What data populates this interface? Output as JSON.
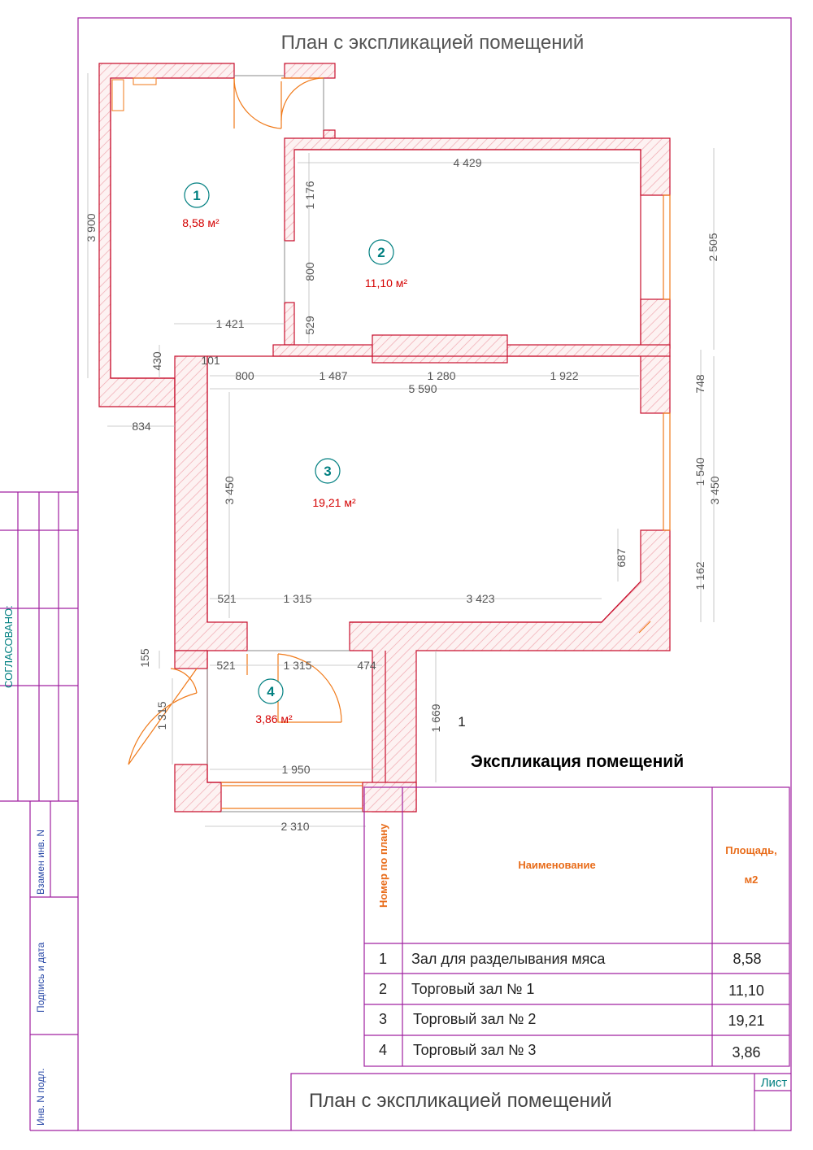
{
  "sheet": {
    "title": "План с экспликацией помещений",
    "stamp_title": "План с экспликацией помещений",
    "sheet_label": "Лист",
    "agreed_label": "СОГЛАСОВАНО:",
    "side_labels": [
      "Взамен инв. N",
      "Подпись и дата",
      "Инв. N подл."
    ],
    "stray_label": "1"
  },
  "rooms": [
    {
      "number": "1",
      "area": "8,58 м²"
    },
    {
      "number": "2",
      "area": "11,10 м²"
    },
    {
      "number": "3",
      "area": "19,21 м²"
    },
    {
      "number": "4",
      "area": "3,86 м²"
    }
  ],
  "dimensions": {
    "d3900": "3 900",
    "d1176": "1 176",
    "d4429": "4 429",
    "d2505": "2 505",
    "d800a": "800",
    "d529": "529",
    "d1421": "1 421",
    "d430": "430",
    "d101": "101",
    "d800b": "800",
    "d1487": "1 487",
    "d1280": "1 280",
    "d1922": "1 922",
    "d5590": "5 590",
    "d748": "748",
    "d834": "834",
    "d3450a": "3 450",
    "d1540": "1 540",
    "d3450b": "3 450",
    "d687": "687",
    "d1162": "1 162",
    "d521a": "521",
    "d1315a": "1 315",
    "d3423": "3 423",
    "d155": "155",
    "d521b": "521",
    "d1315b": "1 315",
    "d474": "474",
    "d1315c": "1 315",
    "d1669": "1 669",
    "d1950": "1 950",
    "d2310": "2 310"
  },
  "explication": {
    "title": "Экспликация помещений",
    "col_number": "Номер по плану",
    "col_name": "Наименование",
    "col_area_1": "Площадь,",
    "col_area_2": "м2",
    "rows": [
      {
        "num": "1",
        "name": "Зал для разделывания мяса",
        "area": "8,58"
      },
      {
        "num": "2",
        "name": "Торговый зал № 1",
        "area": "11,10"
      },
      {
        "num": "3",
        "name": "Торговый зал № 2",
        "area": "19,21"
      },
      {
        "num": "4",
        "name": "Торговый зал № 3",
        "area": "3,86"
      }
    ]
  },
  "colors": {
    "frame": "#a020a0",
    "wall": "#c8102e",
    "door": "#f07a1a",
    "room_number": "#007f80",
    "area_text": "#d40000"
  }
}
